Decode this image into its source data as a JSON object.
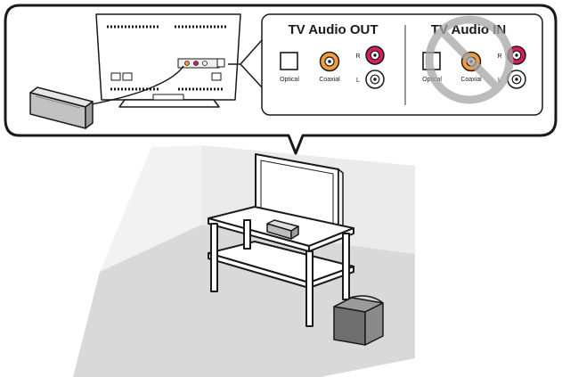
{
  "panels": {
    "audio_out": {
      "title": "TV Audio OUT",
      "optical_label": "Optical",
      "coaxial_label": "Coaxial",
      "right_label": "R",
      "left_label": "L"
    },
    "audio_in": {
      "title": "TV Audio IN",
      "optical_label": "Optical",
      "coaxial_label": "Coaxial",
      "right_label": "R",
      "left_label": "L",
      "status": "not-supported"
    }
  },
  "icons": {
    "prohibited": "prohibition-circle-icon",
    "coaxial_jack_color": "#f39c3d",
    "red_jack_color": "#d61f5a",
    "white_jack_color": "#ffffff"
  },
  "colors": {
    "outline": "#1a1a1a",
    "wall": "#e6e6e6",
    "floor": "#d9d9d9",
    "prohibit_gray": "#a6a6a6"
  }
}
